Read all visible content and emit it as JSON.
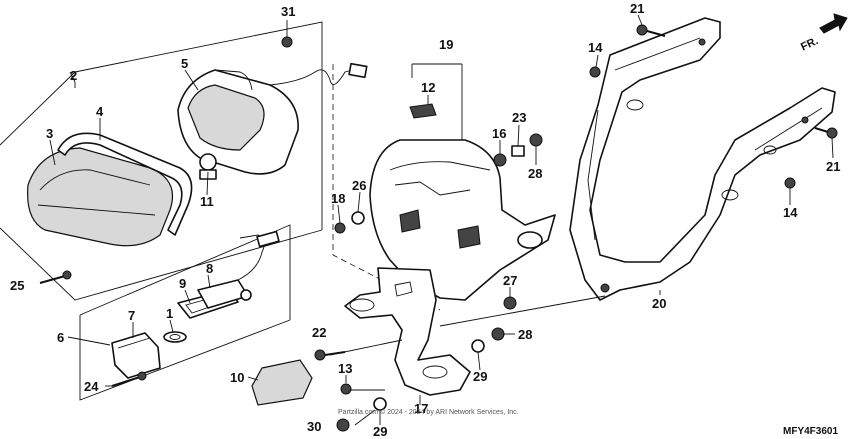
{
  "direction_label": "FR.",
  "diagram_code": "MFY4F3601",
  "copyright": "Partzilla.com © 2024 - 2024 by ARI Network Services, Inc.",
  "callouts": {
    "c1": "1",
    "c2": "2",
    "c3": "3",
    "c4": "4",
    "c5": "5",
    "c6": "6",
    "c7": "7",
    "c8": "8",
    "c9": "9",
    "c10": "10",
    "c11": "11",
    "c12": "12",
    "c13": "13",
    "c14a": "14",
    "c14b": "14",
    "c16": "16",
    "c17": "17",
    "c18": "18",
    "c19": "19",
    "c20": "20",
    "c21a": "21",
    "c21b": "21",
    "c22": "22",
    "c23": "23",
    "c24": "24",
    "c25": "25",
    "c26": "26",
    "c27": "27",
    "c28a": "28",
    "c28b": "28",
    "c29a": "29",
    "c29b": "29",
    "c30": "30",
    "c31": "31"
  }
}
